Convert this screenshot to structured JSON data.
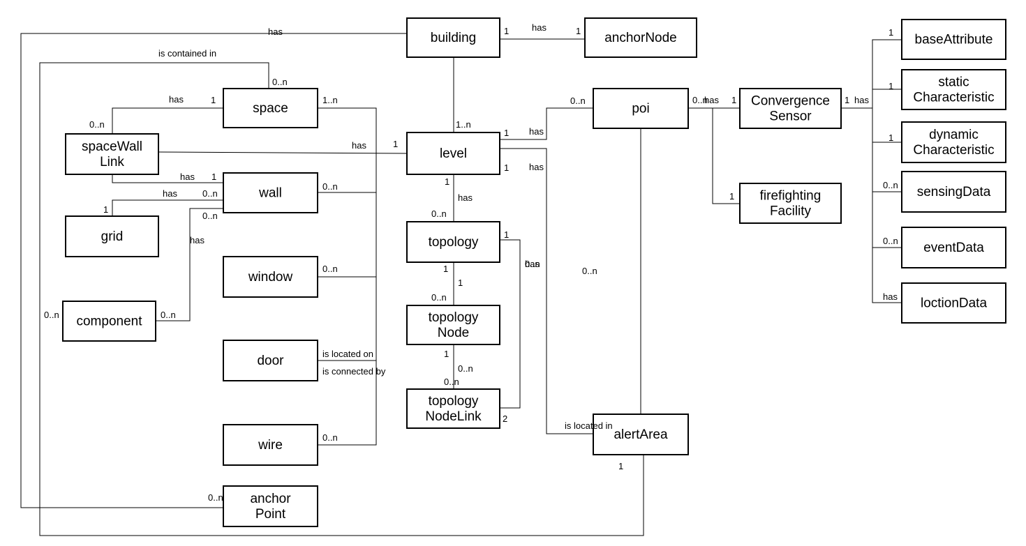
{
  "entities": {
    "building": [
      "building"
    ],
    "anchorNode": [
      "anchorNode"
    ],
    "baseAttribute": [
      "baseAttribute"
    ],
    "space": [
      "space"
    ],
    "spaceWallLink": [
      "spaceWall",
      "Link"
    ],
    "level": [
      "level"
    ],
    "poi": [
      "poi"
    ],
    "convergenceSensor": [
      "Convergence",
      "Sensor"
    ],
    "staticCharacteristic": [
      "static",
      "Characteristic"
    ],
    "dynamicCharacteristic": [
      "dynamic",
      "Characteristic"
    ],
    "wall": [
      "wall"
    ],
    "grid": [
      "grid"
    ],
    "firefightingFacility": [
      "firefighting",
      "Facility"
    ],
    "sensingData": [
      "sensingData"
    ],
    "topology": [
      "topology"
    ],
    "eventData": [
      "eventData"
    ],
    "window": [
      "window"
    ],
    "component": [
      "component"
    ],
    "topologyNode": [
      "topology",
      "Node"
    ],
    "loctionData": [
      "loctionData"
    ],
    "door": [
      "door"
    ],
    "topologyNodeLink": [
      "topology",
      "NodeLink"
    ],
    "alertArea": [
      "alertArea"
    ],
    "wire": [
      "wire"
    ],
    "anchorPoint": [
      "anchor",
      "Point"
    ]
  },
  "labels": [
    "has",
    "1",
    "has",
    "1",
    "is contained in",
    "0..n",
    "has",
    "1",
    "1..n",
    "0..n",
    "0..n",
    "has",
    "1",
    "1..n",
    "1",
    "has",
    "0..n",
    "1",
    "has",
    "1",
    "has",
    "1",
    "1",
    "1",
    "1",
    "1",
    "has",
    "1",
    "has",
    "0..n",
    "0..n",
    "1",
    "0..n",
    "has",
    "1",
    "1",
    "has",
    "0..n",
    "0..n",
    "1",
    "has",
    "0..n",
    "has",
    "0..n",
    "1",
    "has",
    "0..n",
    "0..n",
    "0..n",
    "0..n",
    "0..n",
    "is located on",
    "2",
    "is connected by",
    "1",
    "0..n",
    "0..n",
    "is located in",
    "0..n",
    "0..n",
    "1"
  ]
}
